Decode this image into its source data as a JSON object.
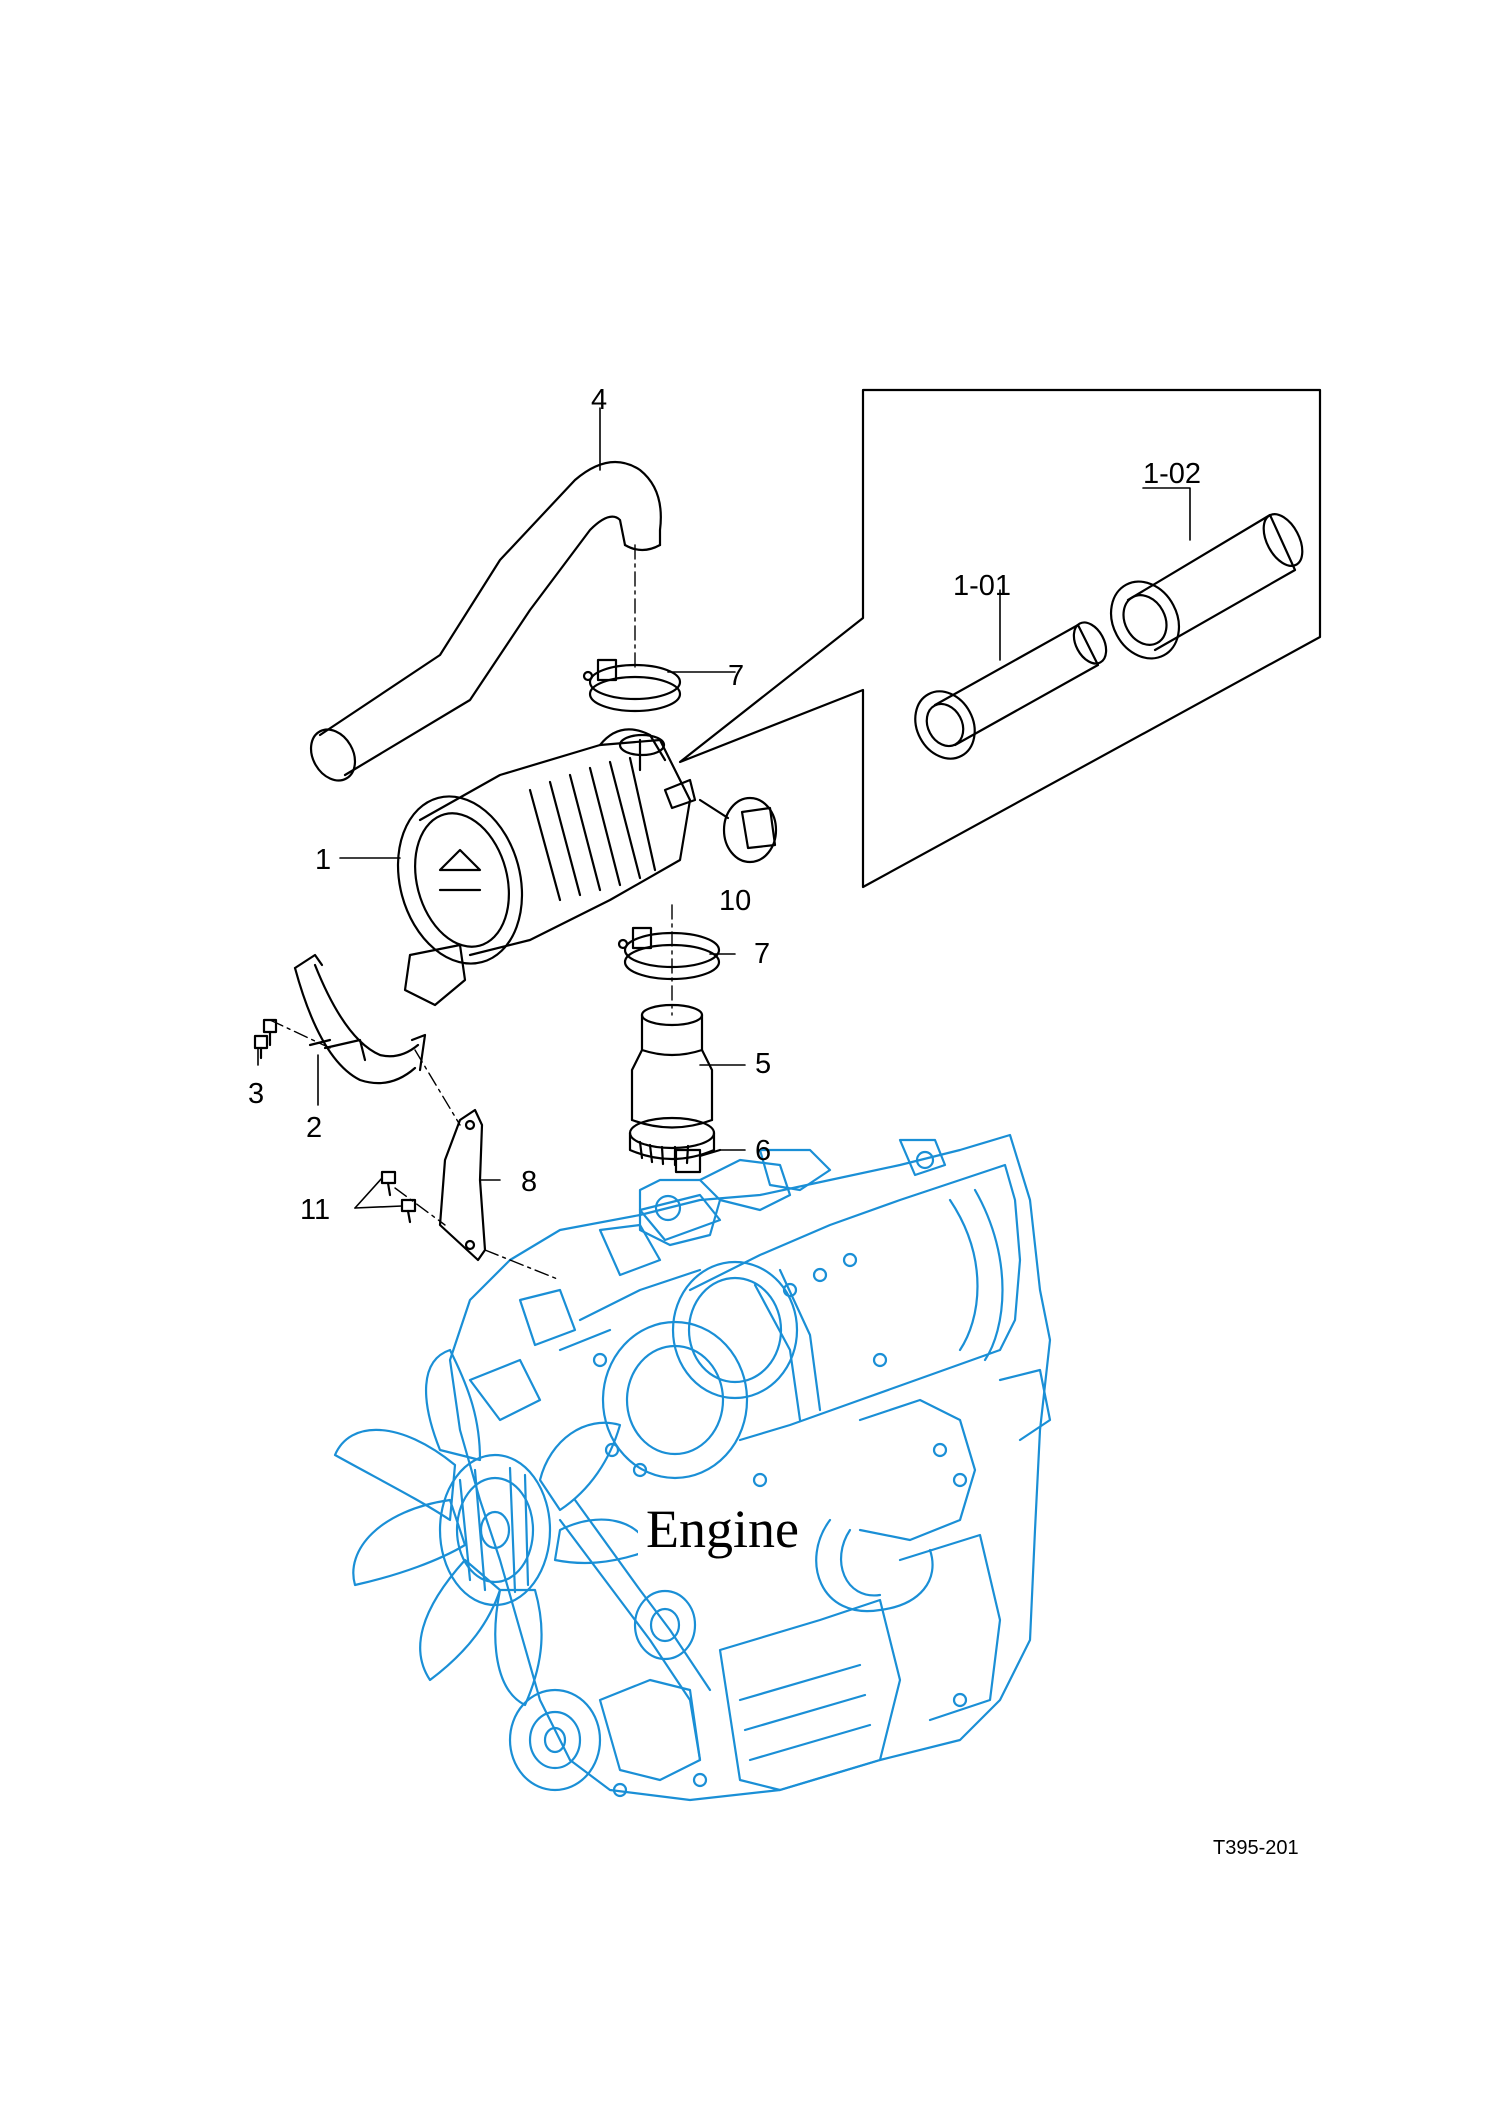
{
  "figure_code": "T395-201",
  "engine_label": "Engine",
  "callouts": {
    "c1": "1",
    "c1_01": "1-01",
    "c1_02": "1-02",
    "c2": "2",
    "c3": "3",
    "c4": "4",
    "c5": "5",
    "c6": "6",
    "c7a": "7",
    "c7b": "7",
    "c8": "8",
    "c10": "10",
    "c11": "11"
  },
  "colors": {
    "line": "#000000",
    "engine": "#1a8fd6"
  }
}
